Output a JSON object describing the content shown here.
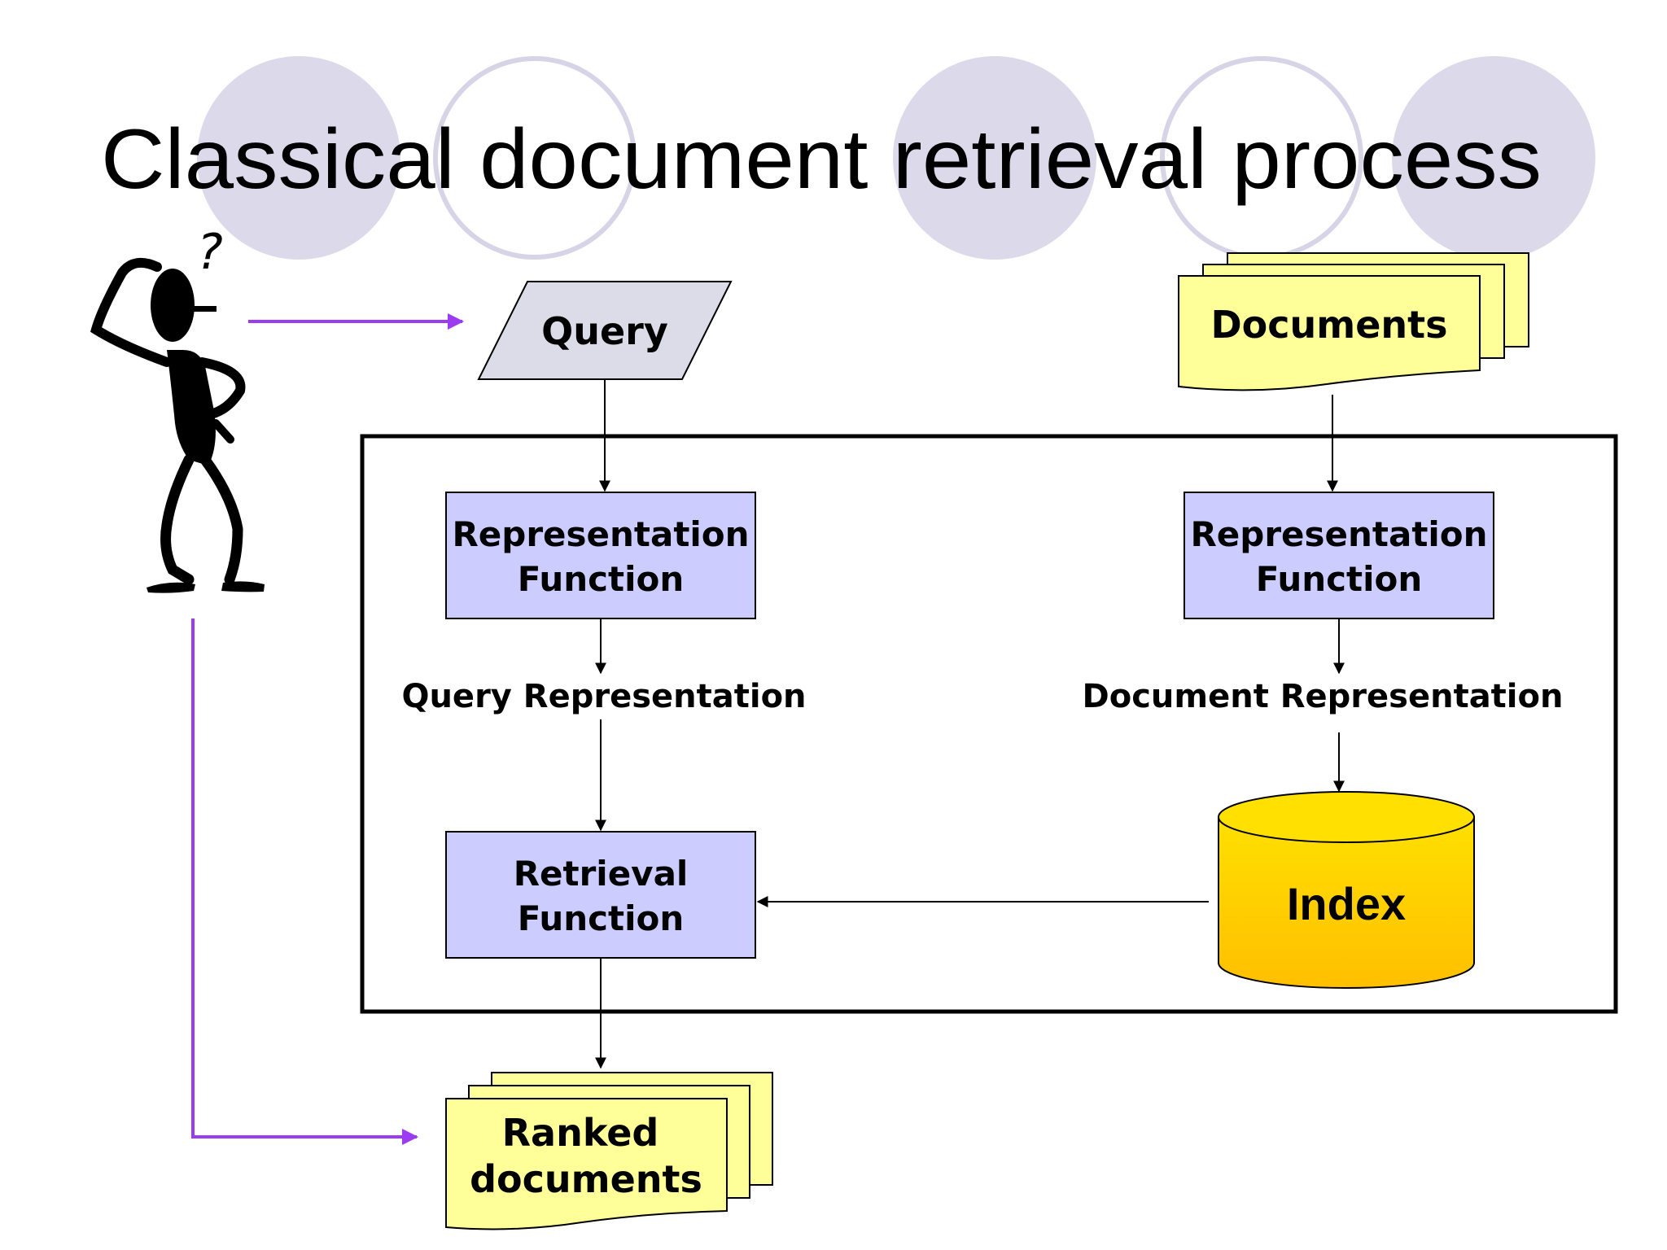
{
  "slide": {
    "title": "Classical document retrieval process"
  },
  "nodes": {
    "query": "Query",
    "documents": "Documents",
    "query_rep_function": {
      "line1": "Representation",
      "line2": "Function"
    },
    "doc_rep_function": {
      "line1": "Representation",
      "line2": "Function"
    },
    "query_representation": "Query Representation",
    "document_representation": "Document Representation",
    "index": "Index",
    "retrieval_function": {
      "line1": "Retrieval",
      "line2": "Function"
    },
    "ranked_documents": {
      "line1": "Ranked",
      "line2": "documents"
    },
    "thought": "?"
  },
  "colors": {
    "decor_circle": "#dcdaea",
    "decor_ring": "#d6d4e6",
    "query_fill": "#dcdbe8",
    "process_fill": "#ccccff",
    "document_fill": "#ffff99",
    "index_fill": "#ffd000",
    "user_arrow": "#9b3cf0",
    "stroke": "#000000"
  }
}
